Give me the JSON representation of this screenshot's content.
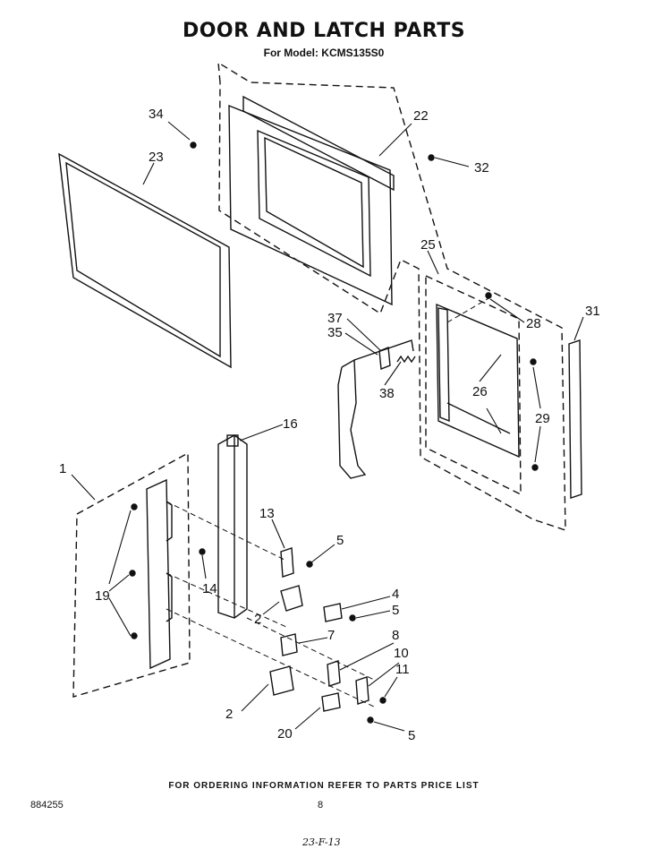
{
  "header": {
    "title": "DOOR AND LATCH PARTS",
    "subtitle": "For Model: KCMS135S0"
  },
  "footer": {
    "ordering_note": "FOR ORDERING INFORMATION REFER TO PARTS PRICE LIST",
    "document_number": "884255",
    "page_number": "8",
    "handwritten_note": "23-F-13"
  },
  "callouts": {
    "c1": "1",
    "c2a": "2",
    "c2b": "2",
    "c4": "4",
    "c5a": "5",
    "c5b": "5",
    "c5c": "5",
    "c7": "7",
    "c8": "8",
    "c10": "10",
    "c11": "11",
    "c13": "13",
    "c14": "14",
    "c16": "16",
    "c19": "19",
    "c20": "20",
    "c22": "22",
    "c23": "23",
    "c25": "25",
    "c26": "26",
    "c28": "28",
    "c29": "29",
    "c31": "31",
    "c32": "32",
    "c34": "34",
    "c35": "35",
    "c37": "37",
    "c38": "38"
  }
}
